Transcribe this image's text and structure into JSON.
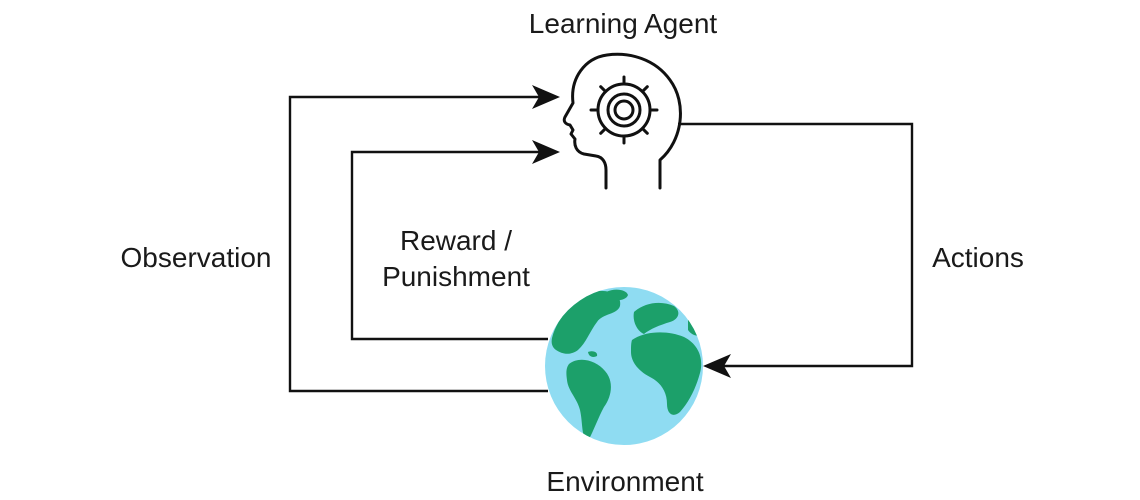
{
  "nodes": {
    "agent": {
      "label": "Learning Agent",
      "icon": "head-gear-icon"
    },
    "environment": {
      "label": "Environment",
      "icon": "globe-icon"
    }
  },
  "edges": {
    "observation": {
      "label": "Observation"
    },
    "reward": {
      "line1": "Reward /",
      "line2": "Punishment"
    },
    "actions": {
      "label": "Actions"
    }
  },
  "colors": {
    "ocean": "#8fdcf2",
    "land": "#1ca06a",
    "line": "#111111"
  }
}
